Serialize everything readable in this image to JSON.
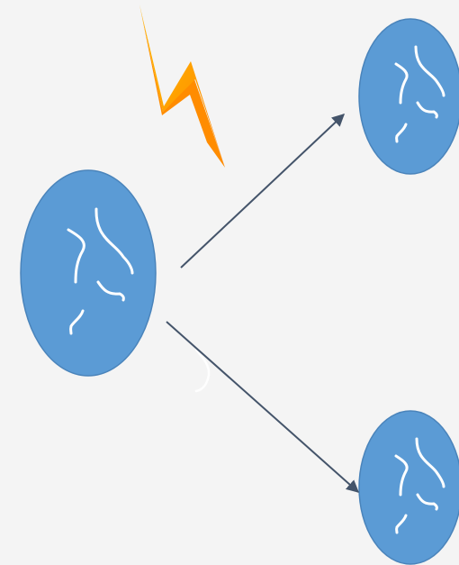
{
  "diagram": {
    "kind": "cell-division",
    "nodes": [
      {
        "id": "parent-cell",
        "role": "parent"
      },
      {
        "id": "daughter-cell-top",
        "role": "daughter"
      },
      {
        "id": "daughter-cell-bottom",
        "role": "daughter"
      }
    ],
    "edges": [
      {
        "from": "parent-cell",
        "to": "daughter-cell-top"
      },
      {
        "from": "parent-cell",
        "to": "daughter-cell-bottom"
      }
    ],
    "icons": [
      "lightning-bolt-icon"
    ]
  },
  "colors": {
    "background": "#f4f4f4",
    "cell_fill": "#5b9bd5",
    "cell_stroke": "#4a84bb",
    "chromosome": "#ffffff",
    "arrow": "#44546a",
    "bolt_light": "#ffc000",
    "bolt_dark": "#ff8c00"
  }
}
